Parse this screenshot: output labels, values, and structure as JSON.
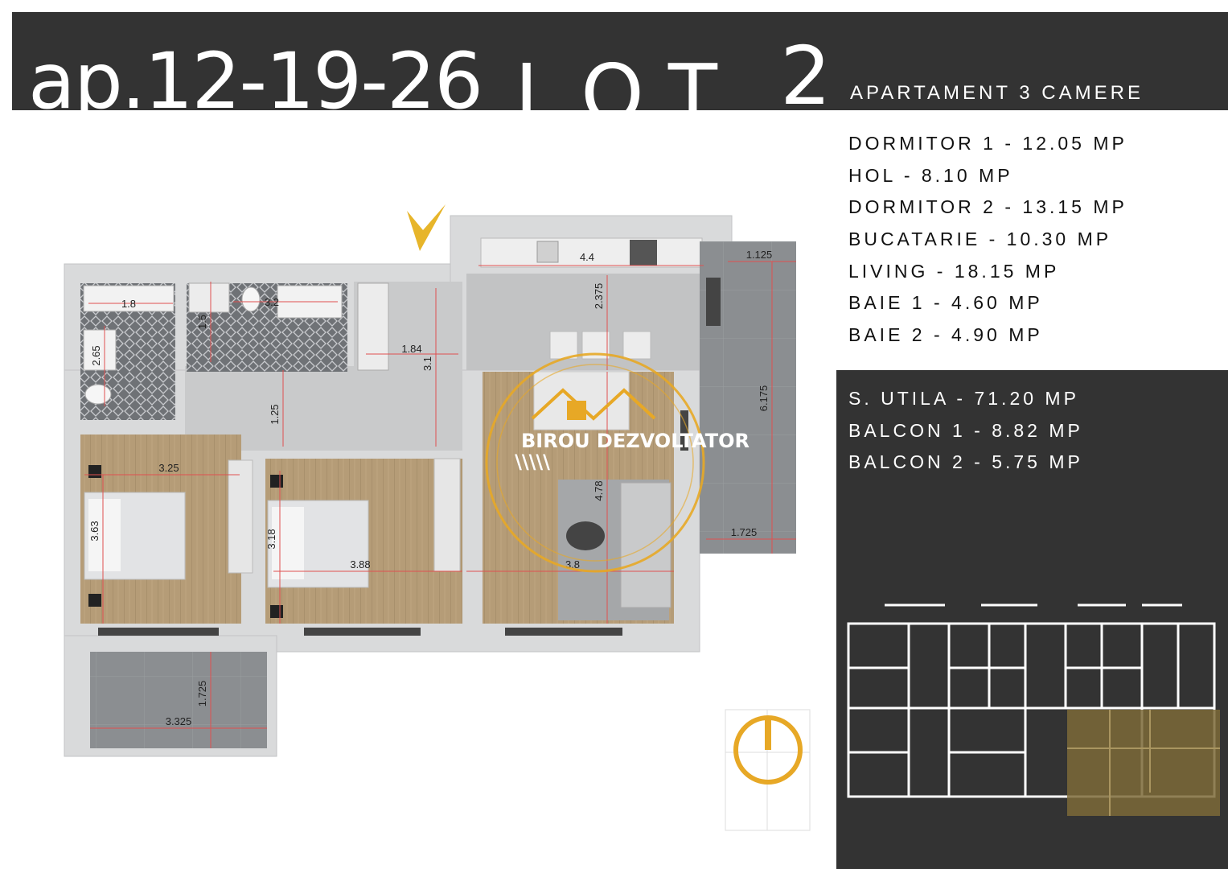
{
  "header": {
    "apartment_code": "ap.12-19-26",
    "lot_label": "LOT",
    "lot_number": "2",
    "apartment_type": "APARTAMENT 3 CAMERE"
  },
  "rooms": [
    {
      "label": "DORMITOR 1 - 12.05 MP"
    },
    {
      "label": "HOL - 8.10 MP"
    },
    {
      "label": "DORMITOR 2 - 13.15 MP"
    },
    {
      "label": "BUCATARIE - 10.30 MP"
    },
    {
      "label": "LIVING - 18.15 MP"
    },
    {
      "label": "BAIE 1 - 4.60 MP"
    },
    {
      "label": "BAIE 2 - 4.90 MP"
    }
  ],
  "totals": [
    {
      "label": "S. UTILA - 71.20 MP"
    },
    {
      "label": "BALCON 1 - 8.82 MP"
    },
    {
      "label": "BALCON 2 - 5.75 MP"
    }
  ],
  "plan": {
    "dimensions": {
      "bath1_w": "1.8",
      "bath1_h": "2.65",
      "bath2_w": "3.2",
      "bath2_h": "1.5",
      "hall_w": "1.84",
      "hall_h1": "3.1",
      "hall_h2": "1.25",
      "kitchen_w": "4.4",
      "kitchen_h": "2.375",
      "balcony1_w": "1.125",
      "balcony1_h": "6.175",
      "balcony1_w2": "1.725",
      "bed1_w": "3.25",
      "bed1_h": "3.63",
      "bed2_w": "3.88",
      "bed2_h": "3.18",
      "living_w": "3.8",
      "living_h": "4.78",
      "balcony2_w": "3.325",
      "balcony2_h": "1.725"
    },
    "watermark": "BIROU DEZVOLTATOR",
    "watermark_marks": "\\\\\\\\\\"
  },
  "colors": {
    "dark_panel": "#333333",
    "accent_gold": "#e7a826",
    "floor_wood": "#b49a74",
    "floor_tile": "#8a8d90",
    "highlight_unit": "#7d6a38"
  }
}
